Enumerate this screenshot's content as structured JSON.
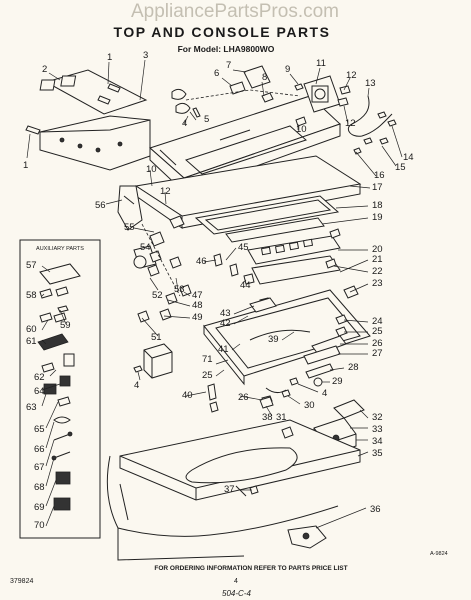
{
  "watermark": "AppliancePartsPros.com",
  "title": "TOP AND CONSOLE PARTS",
  "model_line": "For Model: LHA9800WO",
  "aux_title": "AUXILIARY PARTS",
  "footer_note": "FOR ORDERING INFORMATION REFER TO PARTS PRICE LIST",
  "page_number": "4",
  "doc_code": "379824",
  "fig_code": "A-9824",
  "handwritten_code": "504-C-4",
  "callouts": [
    {
      "n": "1"
    },
    {
      "n": "3"
    },
    {
      "n": "2"
    },
    {
      "n": "1"
    },
    {
      "n": "7"
    },
    {
      "n": "6"
    },
    {
      "n": "8"
    },
    {
      "n": "9"
    },
    {
      "n": "11"
    },
    {
      "n": "12"
    },
    {
      "n": "13"
    },
    {
      "n": "5"
    },
    {
      "n": "4"
    },
    {
      "n": "10"
    },
    {
      "n": "12"
    },
    {
      "n": "14"
    },
    {
      "n": "15"
    },
    {
      "n": "16"
    },
    {
      "n": "10"
    },
    {
      "n": "12"
    },
    {
      "n": "17"
    },
    {
      "n": "56"
    },
    {
      "n": "18"
    },
    {
      "n": "19"
    },
    {
      "n": "55"
    },
    {
      "n": "45"
    },
    {
      "n": "54"
    },
    {
      "n": "20"
    },
    {
      "n": "21"
    },
    {
      "n": "46"
    },
    {
      "n": "22"
    },
    {
      "n": "52"
    },
    {
      "n": "53"
    },
    {
      "n": "44"
    },
    {
      "n": "47"
    },
    {
      "n": "48"
    },
    {
      "n": "49"
    },
    {
      "n": "23"
    },
    {
      "n": "43"
    },
    {
      "n": "42"
    },
    {
      "n": "24"
    },
    {
      "n": "25"
    },
    {
      "n": "51"
    },
    {
      "n": "39"
    },
    {
      "n": "26"
    },
    {
      "n": "41"
    },
    {
      "n": "27"
    },
    {
      "n": "4"
    },
    {
      "n": "71"
    },
    {
      "n": "25"
    },
    {
      "n": "28"
    },
    {
      "n": "29"
    },
    {
      "n": "4"
    },
    {
      "n": "30"
    },
    {
      "n": "26"
    },
    {
      "n": "31"
    },
    {
      "n": "40"
    },
    {
      "n": "38"
    },
    {
      "n": "32"
    },
    {
      "n": "33"
    },
    {
      "n": "34"
    },
    {
      "n": "35"
    },
    {
      "n": "37"
    },
    {
      "n": "36"
    }
  ],
  "aux_callouts": [
    {
      "n": "57"
    },
    {
      "n": "58"
    },
    {
      "n": "59"
    },
    {
      "n": "60"
    },
    {
      "n": "61"
    },
    {
      "n": "62"
    },
    {
      "n": "63"
    },
    {
      "n": "64"
    },
    {
      "n": "65"
    },
    {
      "n": "66"
    },
    {
      "n": "67"
    },
    {
      "n": "68"
    },
    {
      "n": "69"
    },
    {
      "n": "70"
    }
  ]
}
